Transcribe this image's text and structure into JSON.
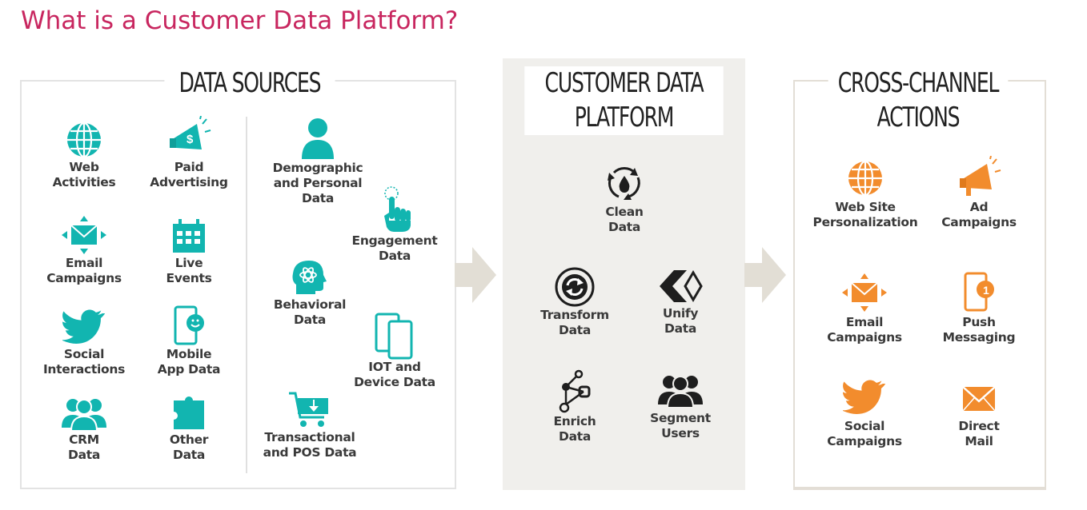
{
  "title": "What is a Customer Data Platform?",
  "colors": {
    "title": "#c8265f",
    "teal": "#12b5b0",
    "orange": "#f28c2d",
    "arrow": "#e2ded5",
    "panel_bg": "#f0efec"
  },
  "sources": {
    "title": "DATA SOURCES",
    "left_items": [
      {
        "icon": "globe-icon",
        "label": [
          "Web",
          "Activities"
        ]
      },
      {
        "icon": "megaphone-dollar-icon",
        "label": [
          "Paid",
          "Advertising"
        ]
      },
      {
        "icon": "envelope-arrows-icon",
        "label": [
          "Email",
          "Campaigns"
        ]
      },
      {
        "icon": "calendar-icon",
        "label": [
          "Live",
          "Events"
        ]
      },
      {
        "icon": "twitter-bird-icon",
        "label": [
          "Social",
          "Interactions"
        ]
      },
      {
        "icon": "mobile-chat-icon",
        "label": [
          "Mobile",
          "App Data"
        ]
      },
      {
        "icon": "users-group-icon",
        "label": [
          "CRM",
          "Data"
        ]
      },
      {
        "icon": "puzzle-piece-icon",
        "label": [
          "Other",
          "Data"
        ]
      }
    ],
    "right_items": [
      {
        "icon": "person-icon",
        "label": [
          "Demographic",
          "and Personal",
          "Data"
        ]
      },
      {
        "icon": "pointer-hand-icon",
        "label": [
          "Engagement",
          "Data"
        ]
      },
      {
        "icon": "head-brain-icon",
        "label": [
          "Behavioral",
          "Data"
        ]
      },
      {
        "icon": "devices-icon",
        "label": [
          "IOT and",
          "Device Data"
        ]
      },
      {
        "icon": "shopping-cart-icon",
        "label": [
          "Transactional",
          "and POS Data"
        ]
      }
    ]
  },
  "platform": {
    "title": [
      "CUSTOMER DATA",
      "PLATFORM"
    ],
    "items": [
      {
        "icon": "recycle-drop-icon",
        "label": [
          "Clean",
          "Data"
        ]
      },
      {
        "icon": "cycle-arrows-icon",
        "label": [
          "Transform",
          "Data"
        ]
      },
      {
        "icon": "chevrons-icon",
        "label": [
          "Unify",
          "Data"
        ]
      },
      {
        "icon": "network-nodes-icon",
        "label": [
          "Enrich",
          "Data"
        ]
      },
      {
        "icon": "users-group-icon",
        "label": [
          "Segment",
          "Users"
        ]
      }
    ]
  },
  "actions": {
    "title": [
      "CROSS-CHANNEL",
      "ACTIONS"
    ],
    "items": [
      {
        "icon": "globe-icon",
        "label": [
          "Web Site",
          "Personalization"
        ]
      },
      {
        "icon": "megaphone-icon",
        "label": [
          "Ad",
          "Campaigns"
        ]
      },
      {
        "icon": "envelope-arrows-icon",
        "label": [
          "Email",
          "Campaigns"
        ]
      },
      {
        "icon": "mobile-notification-icon",
        "label": [
          "Push",
          "Messaging"
        ]
      },
      {
        "icon": "twitter-bird-icon",
        "label": [
          "Social",
          "Campaigns"
        ]
      },
      {
        "icon": "envelope-icon",
        "label": [
          "Direct",
          "Mail"
        ]
      }
    ]
  }
}
